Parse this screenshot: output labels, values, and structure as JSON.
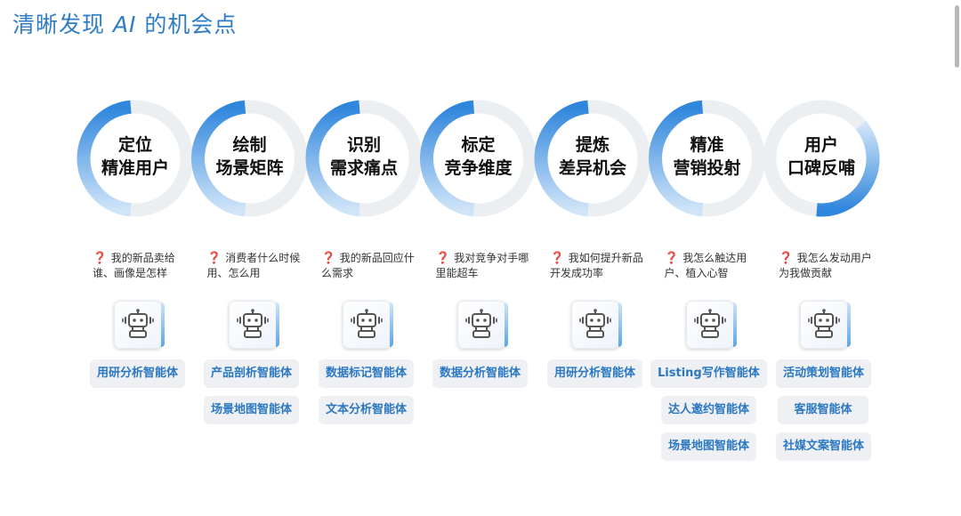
{
  "page": {
    "title_prefix": "清晰发现 ",
    "title_ai": "AI",
    "title_suffix": " 的机会点"
  },
  "colors": {
    "accent": "#2e7cc6",
    "ring_light": "#eceff2",
    "ring_blue_start": "#cfe4f8",
    "ring_blue_end": "#2f86dd",
    "question_mark": "#dd2222",
    "agent_bg": "#eef0f3",
    "agent_text": "#2b78c2"
  },
  "stages": [
    {
      "line1": "定位",
      "line2": "精准用户",
      "question_mark": "❓",
      "question": "我的新品卖给谁、画像是怎样",
      "icon": "robot-icon",
      "agents": [
        "用研分析智能体"
      ]
    },
    {
      "line1": "绘制",
      "line2": "场景矩阵",
      "question_mark": "❓",
      "question": "消费者什么时候用、怎么用",
      "icon": "robot-icon",
      "agents": [
        "产品剖析智能体",
        "场景地图智能体"
      ]
    },
    {
      "line1": "识别",
      "line2": "需求痛点",
      "question_mark": "❓",
      "question": "我的新品回应什么需求",
      "icon": "robot-icon",
      "agents": [
        "数据标记智能体",
        "文本分析智能体"
      ]
    },
    {
      "line1": "标定",
      "line2": "竞争维度",
      "question_mark": "❓",
      "question": "我对竞争对手哪里能超车",
      "icon": "robot-icon",
      "agents": [
        "数据分析智能体"
      ]
    },
    {
      "line1": "提炼",
      "line2": "差异机会",
      "question_mark": "❓",
      "question": "我如何提升新品开发成功率",
      "icon": "robot-icon",
      "agents": [
        "用研分析智能体"
      ]
    },
    {
      "line1": "精准",
      "line2": "营销投射",
      "question_mark": "❓",
      "question": "我怎么触达用户、植入心智",
      "icon": "robot-icon",
      "agents": [
        "Listing写作智能体",
        "达人邀约智能体",
        "场景地图智能体"
      ]
    },
    {
      "line1": "用户",
      "line2": "口碑反哺",
      "question_mark": "❓",
      "question": "我怎么发动用户为我做贡献",
      "icon": "robot-icon",
      "agents": [
        "活动策划智能体",
        "客服智能体",
        "社媒文案智能体"
      ]
    }
  ]
}
